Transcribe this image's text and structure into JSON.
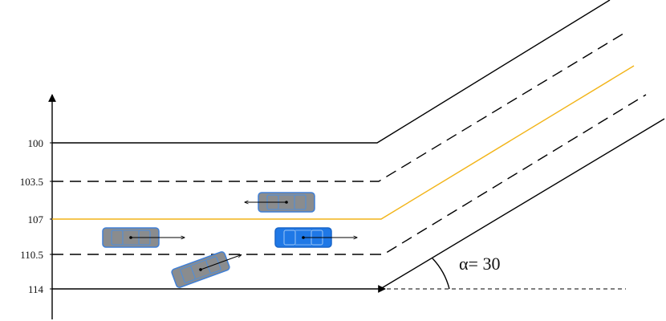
{
  "axis": {
    "tick_labels": [
      "100",
      "103.5",
      "107",
      "110.5",
      "114"
    ]
  },
  "lanes": {
    "solid_color": "#000000",
    "dashed_color": "#000000",
    "center_color": "#f2b418"
  },
  "merge_angle": {
    "symbol": "α",
    "equals": "= ",
    "value": "30"
  },
  "vehicles": [
    {
      "name": "vehicle-gray-upper",
      "body_color": "#8a8c8e",
      "outline_color": "#3f7fd6",
      "direction": "left"
    },
    {
      "name": "vehicle-gray-left",
      "body_color": "#8a8c8e",
      "outline_color": "#3f7fd6",
      "direction": "right"
    },
    {
      "name": "vehicle-blue-ego",
      "body_color": "#1f78e6",
      "outline_color": "#1f78e6",
      "direction": "right"
    },
    {
      "name": "vehicle-gray-angled",
      "body_color": "#8a8c8e",
      "outline_color": "#3f7fd6",
      "direction": "up-right"
    }
  ]
}
